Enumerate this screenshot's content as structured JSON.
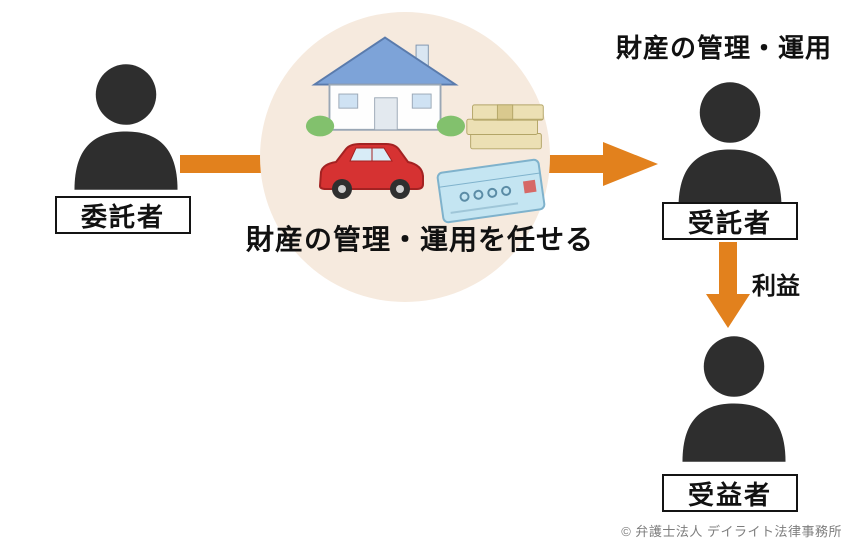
{
  "diagram": {
    "top_right_text": "財産の管理・運用",
    "center_caption": "財産の管理・運用を任せる",
    "profit_label": "利益",
    "copyright": "© 弁護士法人 デイライト法律事務所",
    "nodes": {
      "trustor": "委託者",
      "trustee": "受託者",
      "beneficiary": "受益者"
    },
    "asset_icons": [
      "house-icon",
      "money-stack-icon",
      "car-icon",
      "bankbook-icon"
    ],
    "colors": {
      "arrow": "#e2811d",
      "person": "#2e2e2e",
      "circle_background": "#f6eade"
    }
  }
}
